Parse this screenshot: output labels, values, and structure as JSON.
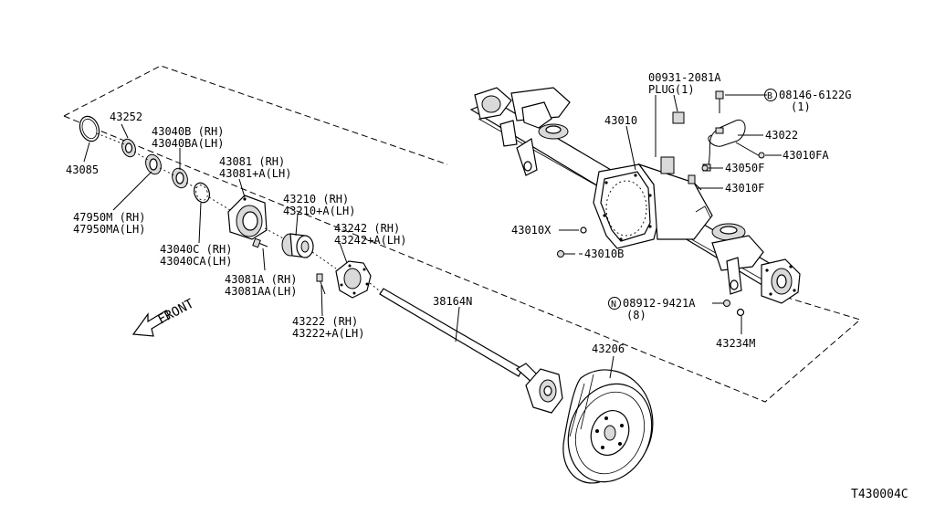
{
  "diagram_code": "T430004C",
  "front_label": "FRONT",
  "labels": {
    "p43085": "43085",
    "p43252": "43252",
    "p43040b_rh": "43040B (RH)",
    "p43040ba_lh": "43040BA(LH)",
    "p47950m_rh": "47950M (RH)",
    "p47950ma_lh": "47950MA(LH)",
    "p43081_rh": "43081 (RH)",
    "p43081a_lh": "43081+A(LH)",
    "p43040c_rh": "43040C (RH)",
    "p43040ca_lh": "43040CA(LH)",
    "p43210_rh": "43210 (RH)",
    "p43210a_lh": "43210+A(LH)",
    "p43242_rh": "43242 (RH)",
    "p43242a_lh": "43242+A(LH)",
    "p43081a_rh": "43081A (RH)",
    "p43081aa_lh": "43081AA(LH)",
    "p43222_rh": "43222 (RH)",
    "p43222a_lh": "43222+A(LH)",
    "p38164n": "38164N",
    "p43206": "43206",
    "p00931": "00931-2081A",
    "plug": "PLUG(1)",
    "p08146": "08146-6122G",
    "p08146_qty": "(1)",
    "p43010": "43010",
    "p43022": "43022",
    "p43010fa": "43010FA",
    "p43050f": "43050F",
    "p43010f": "43010F",
    "p43010x": "43010X",
    "p43010b": "43010B",
    "p08912": "08912-9421A",
    "p08912_qty": "(8)",
    "p43234m": "43234M"
  },
  "circle_markers": {
    "b": "B",
    "n": "N"
  }
}
